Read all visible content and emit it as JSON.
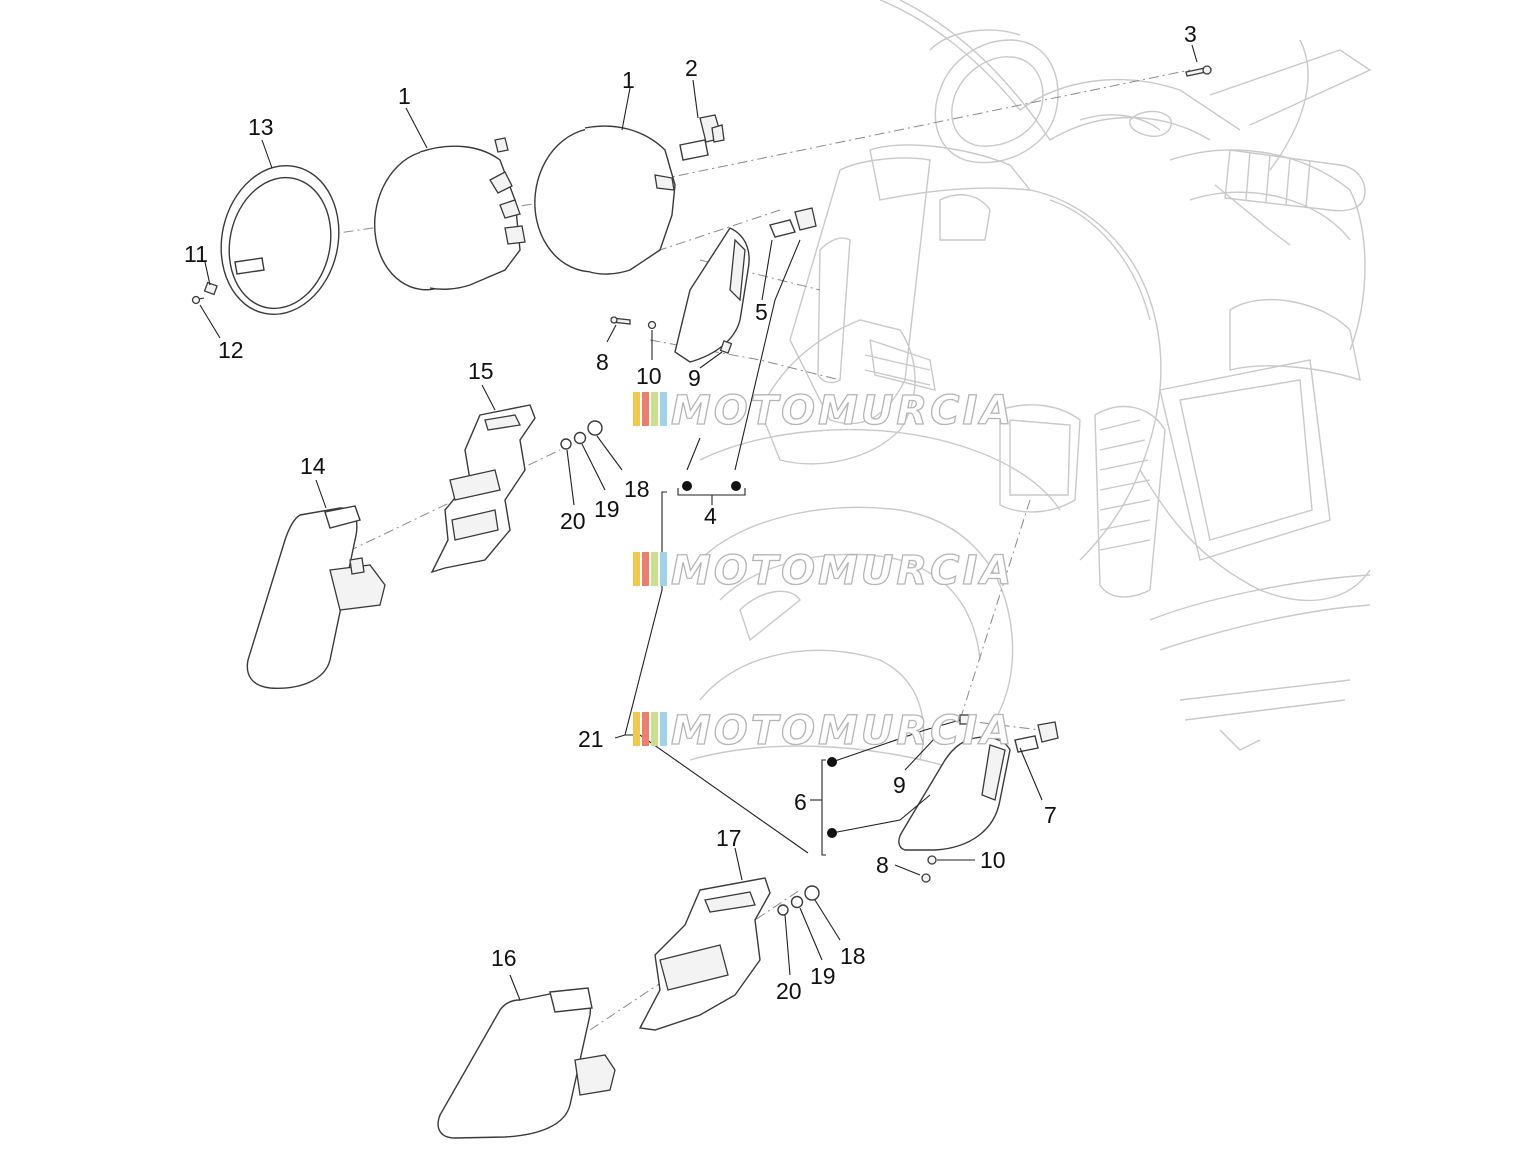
{
  "colors": {
    "line": "#3a3a3a",
    "ghost": "#c9c9c9",
    "text": "#111111",
    "watermark_stripes": [
      "#f2c94c",
      "#f07c6c",
      "#c8e08a",
      "#9fd3e8"
    ]
  },
  "watermark": {
    "text": "MOTOMURCIA",
    "count": 3
  },
  "callouts": [
    {
      "id": "c1a",
      "text": "1"
    },
    {
      "id": "c1b",
      "text": "1"
    },
    {
      "id": "c2",
      "text": "2"
    },
    {
      "id": "c3",
      "text": "3"
    },
    {
      "id": "c4",
      "text": "4"
    },
    {
      "id": "c5",
      "text": "5"
    },
    {
      "id": "c6",
      "text": "6"
    },
    {
      "id": "c7",
      "text": "7"
    },
    {
      "id": "c8a",
      "text": "8"
    },
    {
      "id": "c8b",
      "text": "8"
    },
    {
      "id": "c9a",
      "text": "9"
    },
    {
      "id": "c9b",
      "text": "9"
    },
    {
      "id": "c10a",
      "text": "10"
    },
    {
      "id": "c10b",
      "text": "10"
    },
    {
      "id": "c11",
      "text": "11"
    },
    {
      "id": "c12",
      "text": "12"
    },
    {
      "id": "c13",
      "text": "13"
    },
    {
      "id": "c14",
      "text": "14"
    },
    {
      "id": "c15",
      "text": "15"
    },
    {
      "id": "c16",
      "text": "16"
    },
    {
      "id": "c17",
      "text": "17"
    },
    {
      "id": "c18a",
      "text": "18"
    },
    {
      "id": "c18b",
      "text": "18"
    },
    {
      "id": "c19a",
      "text": "19"
    },
    {
      "id": "c19b",
      "text": "19"
    },
    {
      "id": "c20a",
      "text": "20"
    },
    {
      "id": "c20b",
      "text": "20"
    },
    {
      "id": "c21",
      "text": "21"
    }
  ]
}
